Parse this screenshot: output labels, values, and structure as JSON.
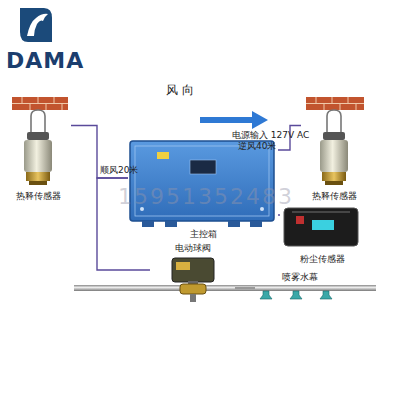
{
  "diagram": {
    "nodes": [
      {
        "text": [
          "热释传感器"
        ]
      },
      {
        "text": [
          "主控箱"
        ]
      },
      {
        "text": [
          "热释传感器"
        ]
      },
      {
        "text": [
          "粉尘传感器"
        ]
      },
      {
        "text": [
          "电动球阀"
        ]
      },
      {
        "text": [
          "喷雾水幕"
        ]
      }
    ],
    "edges": [
      {
        "from": 0,
        "to": 1,
        "label": "顺风20米",
        "arrow": "none"
      },
      {
        "from": 1,
        "to": 2,
        "label": "逆风40米",
        "arrow": "none"
      },
      {
        "from": 1,
        "to": 3,
        "arrow": "none"
      },
      {
        "from": 1,
        "to": 4,
        "arrow": "none"
      },
      {
        "from": 4,
        "to": 5,
        "arrow": "none"
      }
    ],
    "labels": [
      "DAMA",
      "风 向",
      "电源输入 127V AC",
      "15951352483"
    ]
  }
}
